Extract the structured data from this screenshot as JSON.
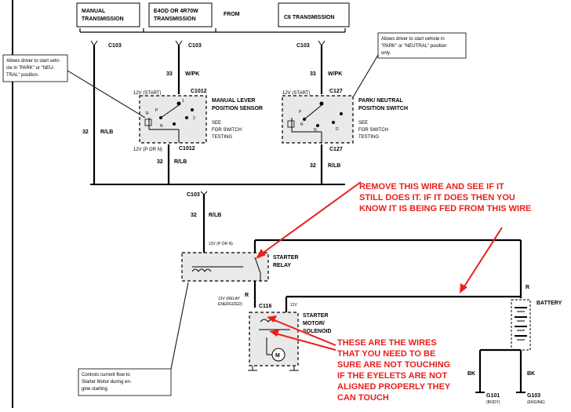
{
  "headers": {
    "manual": [
      "MANUAL",
      "TRANSMISSION"
    ],
    "e4od": [
      "E4OD OR 4R70W",
      "TRANSMISSION"
    ],
    "from": "FROM",
    "c6": "C6 TRANSMISSION"
  },
  "connectors": {
    "c103": "C103",
    "c1012": "C1012",
    "c127": "C127",
    "c116": "C116",
    "g101": "G101",
    "g101_sub": "(BODY)",
    "g103": "G103",
    "g103_sub": "(ENGINE)"
  },
  "wires": {
    "w33": "33",
    "wpk": "W/PK",
    "w32": "32",
    "rlb": "R/LB",
    "r": "R",
    "bk": "BK"
  },
  "components": {
    "manual_lever": [
      "MANUAL LEVER",
      "POSITION SENSOR"
    ],
    "park_neutral": [
      "PARK/ NEUTRAL",
      "POSITION SWITCH"
    ],
    "see_switch": [
      "SEE",
      "FOR SWITCH",
      "TESTING"
    ],
    "starter_relay": [
      "STARTER",
      "RELAY"
    ],
    "starter_motor": [
      "STARTER",
      "MOTOR/",
      "SOLENOID"
    ],
    "battery": "BATTERY",
    "motor_symbol": "M"
  },
  "small_labels": {
    "v12_start": "12V (START)",
    "v12_pn": "12V (P OR N)",
    "v12_relay": [
      "12V (RELAY",
      "ENERGIZED)"
    ],
    "v12": "12V",
    "pins_left": [
      "P",
      "N",
      "R"
    ],
    "pins_right": [
      "P",
      "N",
      "R",
      "D"
    ]
  },
  "notes": {
    "left": [
      "Allows driver to start vehi-",
      "cle in \"PARK\" or \"NEU-",
      "TRAL\" position."
    ],
    "right": [
      "Allows driver to start vehicle in",
      "\"PARK\" or \"NEUTRAL\" position",
      "only."
    ],
    "bottom": [
      "Controls current flow to",
      "Starter Motor during en-",
      "gine starting."
    ]
  },
  "annotations": {
    "top": [
      "REMOVE THIS WIRE AND SEE IF IT",
      "STILL DOES IT. IF IT DOES THEN YOU",
      "KNOW IT IS BEING FED FROM THIS WIRE"
    ],
    "bottom": [
      "THESE ARE THE WIRES",
      "THAT YOU NEED TO BE",
      "SURE ARE NOT TOUCHING",
      "IF THE EYELETS ARE NOT",
      "ALIGNED PROPERLY THEY",
      "CAN TOUCH"
    ]
  },
  "colors": {
    "annotation": "#e8201c",
    "component_fill": "#e9e9e9"
  }
}
